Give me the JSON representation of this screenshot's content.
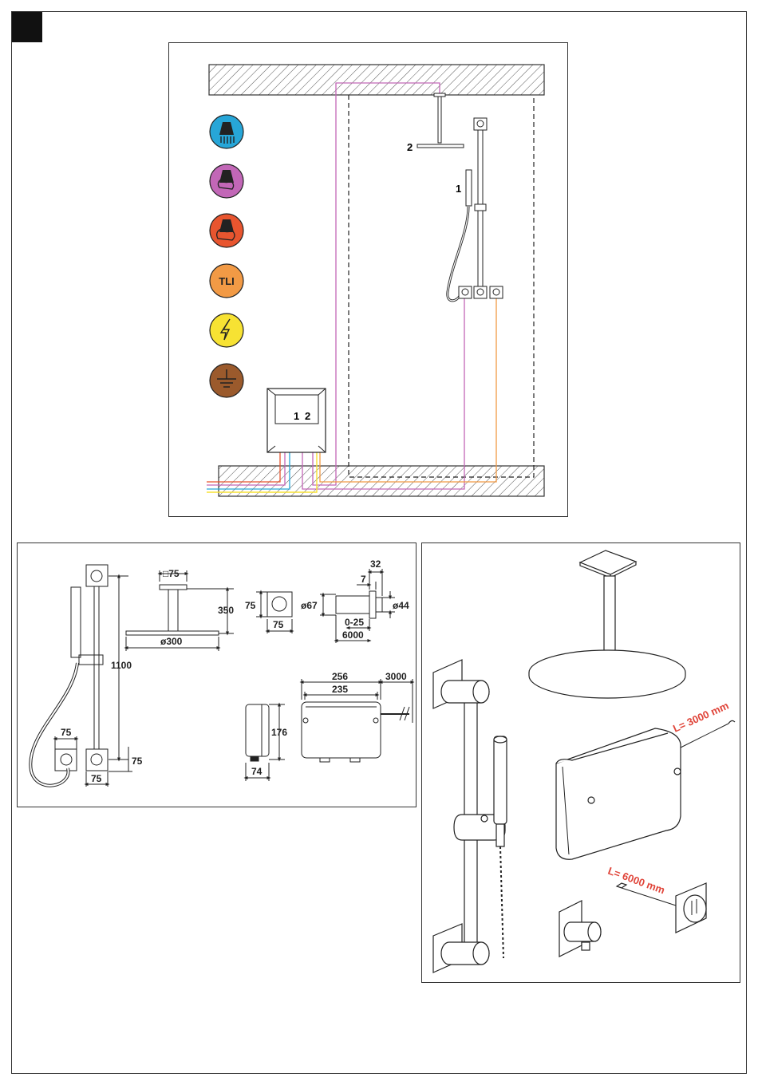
{
  "installation": {
    "labels": {
      "handshower_number": "1",
      "overhead_number": "2",
      "box_port_1": "1",
      "box_port_2": "2"
    },
    "legend": [
      {
        "icon": "cold-water-icon",
        "color": "#27a6d8"
      },
      {
        "icon": "mixed-water-icon",
        "color": "#c267b7"
      },
      {
        "icon": "hot-water-icon",
        "color": "#e8552f"
      },
      {
        "icon": "tli-icon",
        "color": "#f29a45",
        "label": "TLI"
      },
      {
        "icon": "electric-icon",
        "color": "#f7e233"
      },
      {
        "icon": "ground-icon",
        "color": "#9b5a2c"
      }
    ]
  },
  "dimensions": {
    "rail_height": "1100",
    "rail_bottom_offset": "75",
    "rail_bottom_width": "75",
    "hose_outlet_width": "75",
    "head_square": "□75",
    "head_drop": "350",
    "head_diameter": "ø300",
    "control_height": "75",
    "control_width": "75",
    "sensor_outer": "ø67",
    "sensor_inner": "ø44",
    "sensor_depth": "32",
    "sensor_step": "7",
    "sensor_adjust": "0-25",
    "sensor_cable": "6000",
    "box_outer_width": "256",
    "box_inner_width": "235",
    "box_cable": "3000",
    "box_height": "176",
    "box_depth": "74"
  },
  "product": {
    "cable_box": "L= 3000 mm",
    "cable_sensor": "L= 6000 mm"
  }
}
